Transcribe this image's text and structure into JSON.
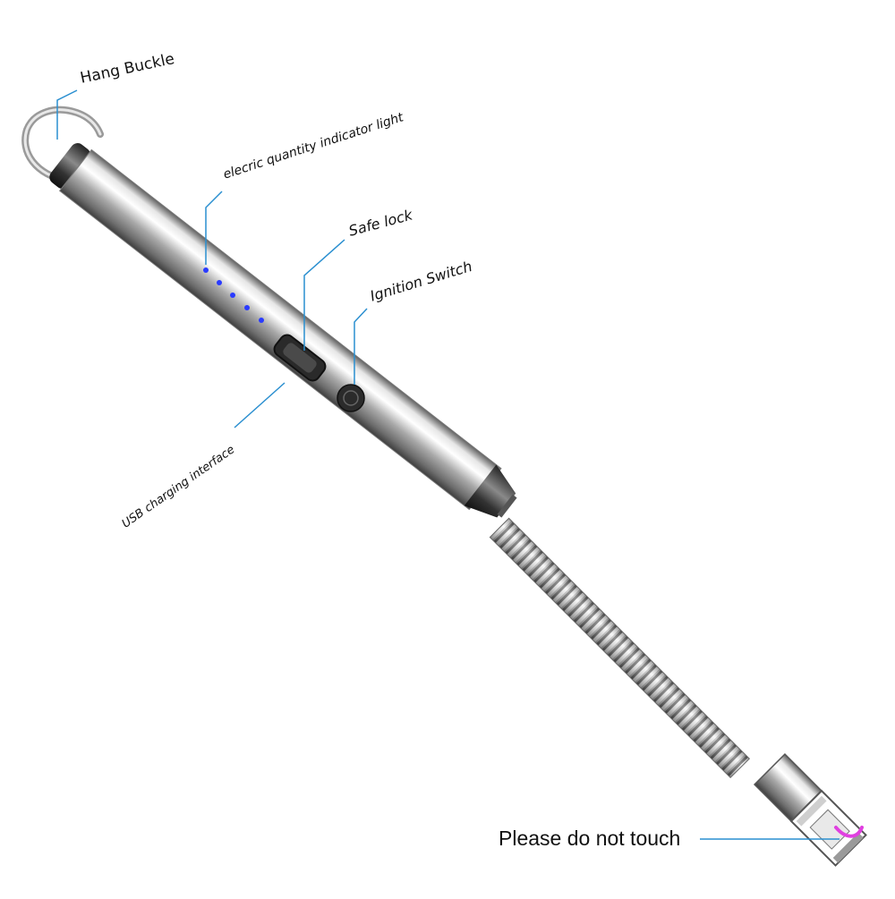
{
  "labels": {
    "hang_buckle": "Hang Buckle",
    "indicator": "elecric quantity indicator light",
    "safe_lock": "Safe lock",
    "ignition": "Ignition Switch",
    "usb": "USB charging interface",
    "touch": "Please do not touch"
  },
  "indicator_lights": 5,
  "colors": {
    "leader_line": "#2a8fd0",
    "led": "#2a3bff",
    "arc": "#e040e0"
  },
  "icons": [
    "hang-buckle-ring-icon",
    "safe-lock-switch-icon",
    "ignition-button-icon"
  ]
}
